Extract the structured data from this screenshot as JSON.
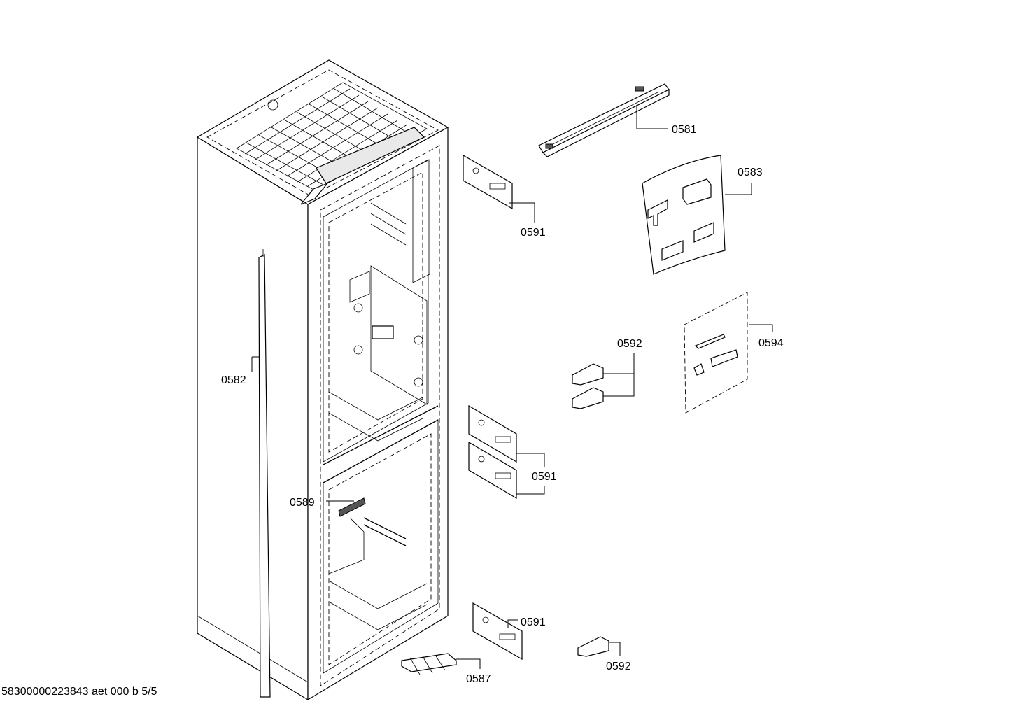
{
  "footer_code": "58300000223843 aet 000 b 5/5",
  "labels": {
    "p0581": "0581",
    "p0583": "0583",
    "p0591_top": "0591",
    "p0592_mid": "0592",
    "p0594": "0594",
    "p0582": "0582",
    "p0591_mid": "0591",
    "p0589": "0589",
    "p0591_low": "0591",
    "p0587": "0587",
    "p0592_low": "0592"
  }
}
